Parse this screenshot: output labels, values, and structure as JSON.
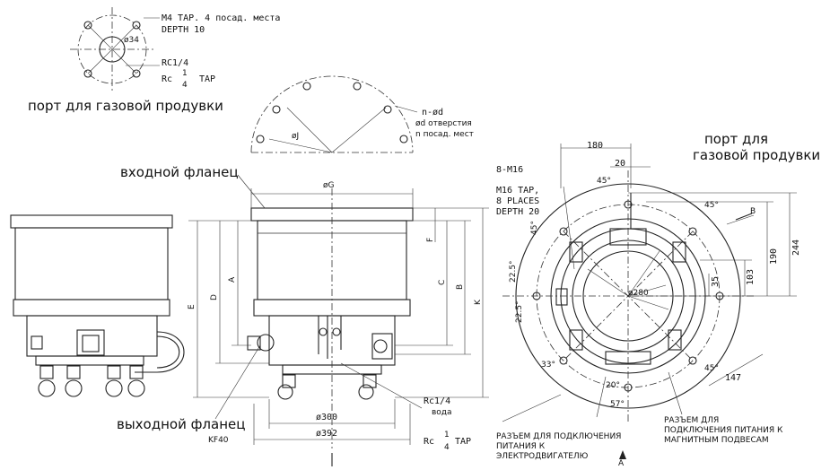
{
  "labels": {
    "m4_tap": "M4 TAP. 4 посад. места",
    "depth10": "DEPTH 10",
    "phi34": "ø34",
    "rc14": "RC1/4",
    "rc_tap": "Rc",
    "frac_num": "1",
    "frac_den": "4",
    "tap": "TAP",
    "purge_port": "порт для газовой продувки",
    "n_phi_d": "n-ød",
    "phi_d_holes": "ød отверстия",
    "n_places": "n посад. мест",
    "phi_j": "øJ",
    "inlet_flange": "входной фланец",
    "phi_g": "øG",
    "dim_a": "A",
    "dim_b": "B",
    "dim_c": "C",
    "dim_d": "D",
    "dim_e": "E",
    "dim_f": "F",
    "dim_k": "K",
    "outlet_flange": "выходной фланец",
    "kf40": "KF40",
    "phi300": "ø300",
    "phi392": "ø392",
    "rc14_2": "Rc1/4",
    "water": "вода",
    "rc_2": "Rc",
    "frac_num_2": "1",
    "frac_den_2": "4",
    "tap_2": "TAP",
    "d180": "180",
    "d20": "20",
    "m16_8": "8-M16",
    "m16_tap": "M16 TAP,",
    "eight_places": "8 PLACES",
    "depth20": "DEPTH 20",
    "purge_port_a": "порт для",
    "purge_port_b": "газовой продувки",
    "a45_1": "45°",
    "a45_2": "45°",
    "a45_3": "45°",
    "a45_4": "45°",
    "a22_5_1": "22.5°",
    "a22_5_2": "22.5°",
    "a33": "33°",
    "a20": "20°",
    "a57": "57°",
    "d190": "190",
    "d244": "244",
    "d103": "103",
    "d35": "35",
    "d147": "147",
    "phi280": "ø280",
    "view_b": "B",
    "view_a": "A",
    "motor_conn_1": "РАЗЪЕМ ДЛЯ ПОДКЛЮЧЕНИЯ",
    "motor_conn_2": "ПИТАНИЯ К",
    "motor_conn_3": "ЭЛЕКТРОДВИГАТЕЛЮ",
    "mag_conn_1": "РАЗЪЕМ ДЛЯ",
    "mag_conn_2": "ПОДКЛЮЧЕНИЯ ПИТАНИЯ К",
    "mag_conn_3": "МАГНИТНЫМ ПОДВЕСАМ"
  }
}
